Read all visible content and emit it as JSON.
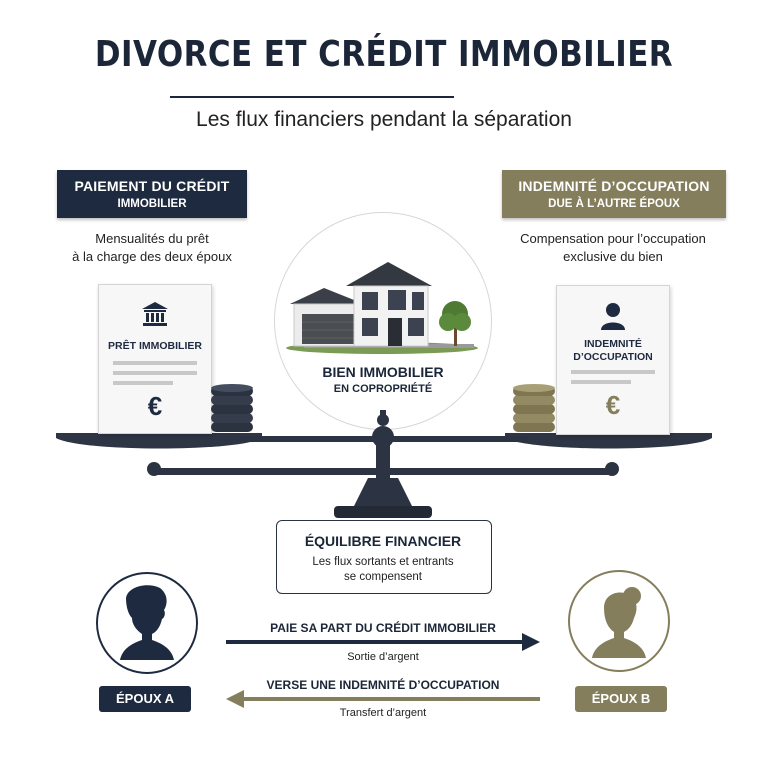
{
  "header": {
    "title": "DIVORCE ET CRÉDIT IMMOBILIER",
    "subtitle": "Les flux financiers pendant la séparation"
  },
  "left_panel": {
    "banner_line1": "PAIEMENT DU CRÉDIT",
    "banner_line2": "IMMOBILIER",
    "description_line1": "Mensualités du prêt",
    "description_line2": "à la charge des deux époux",
    "card_label": "PRÊT IMMOBILIER",
    "card_symbol": "€",
    "card_icon": "bank-icon"
  },
  "right_panel": {
    "banner_line1": "INDEMNITÉ D’OCCUPATION",
    "banner_line2": "DUE À L’AUTRE ÉPOUX",
    "description_line1": "Compensation pour l’occupation",
    "description_line2": "exclusive du bien",
    "card_label_line1": "INDEMNITÉ",
    "card_label_line2": "D’OCCUPATION",
    "card_symbol": "€",
    "card_icon": "person-icon"
  },
  "center": {
    "title": "BIEN IMMOBILIER",
    "subtitle": "EN COPROPRIÉTÉ",
    "image": "house-illustration"
  },
  "balance": {
    "title": "ÉQUILIBRE FINANCIER",
    "description_line1": "Les flux sortants et entrants",
    "description_line2": "se compensent"
  },
  "people": {
    "a_label": "ÉPOUX A",
    "b_label": "ÉPOUX B"
  },
  "flows": [
    {
      "title": "PAIE SA PART DU CRÉDIT IMMOBILIER",
      "subtitle": "Sortie d’argent",
      "direction": "right"
    },
    {
      "title": "VERSE UNE INDEMNITÉ D’OCCUPATION",
      "subtitle": "Transfert d’argent",
      "direction": "left"
    }
  ],
  "colors": {
    "navy": "#1e2a40",
    "khaki": "#857e5c",
    "scale": "#2c3444"
  }
}
